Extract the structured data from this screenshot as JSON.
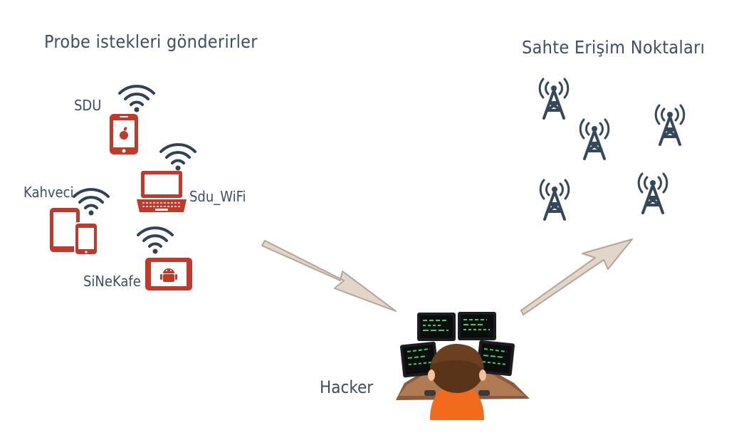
{
  "headings": {
    "left": "Probe istekleri gönderirler",
    "right": "Sahte Erişim Noktaları"
  },
  "devices": {
    "sdu": "SDU",
    "sdu_wifi": "Sdu_WiFi",
    "kahveci": "Kahveci",
    "sinekafe": "SiNeKafe"
  },
  "actor": {
    "label": "Hacker"
  },
  "colors": {
    "device_red": "#c1392b",
    "wifi_navy": "#2f4256",
    "tower_navy": "#34475b",
    "arrow_tan": "#b5a597",
    "screen_green": "#37d05a",
    "hacker_shirt": "#f26b1d",
    "desk_brown": "#8a5a3c"
  },
  "icons": [
    "wifi-icon",
    "smartphone-icon",
    "laptop-icon",
    "tablet-icon",
    "android-tablet-icon",
    "radio-tower-icon",
    "hacker-icon"
  ]
}
